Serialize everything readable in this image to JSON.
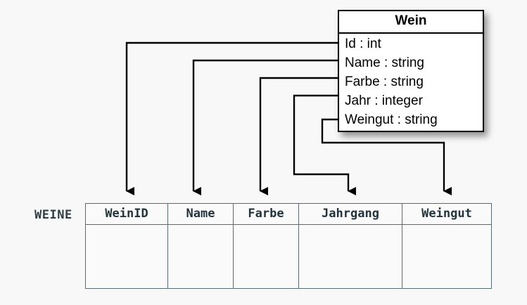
{
  "diagram": {
    "title": "UML class to relational table mapping",
    "background_color": "#f8f8f8"
  },
  "uml_class": {
    "name": "Wein",
    "border_color": "#000000",
    "fill_color": "#ffffff",
    "attributes": [
      {
        "label": "Id : int",
        "field": "Id",
        "type": "int"
      },
      {
        "label": "Name : string",
        "field": "Name",
        "type": "string"
      },
      {
        "label": "Farbe : string",
        "field": "Farbe",
        "type": "string"
      },
      {
        "label": "Jahr : integer",
        "field": "Jahr",
        "type": "integer"
      },
      {
        "label": "Weingut : string",
        "field": "Weingut",
        "type": "string"
      }
    ]
  },
  "relational_table": {
    "name": "WEINE",
    "border_color": "#5a6a72",
    "text_color": "#23343c",
    "columns": [
      {
        "label": "WeinID"
      },
      {
        "label": "Name"
      },
      {
        "label": "Farbe"
      },
      {
        "label": "Jahrgang"
      },
      {
        "label": "Weingut"
      }
    ],
    "rows": [
      {
        "cells": [
          "",
          "",
          "",
          "",
          ""
        ]
      }
    ]
  },
  "connectors": [
    {
      "from": "Id",
      "to": "WeinID",
      "arrow": "down-arrow-icon"
    },
    {
      "from": "Name",
      "to": "Name",
      "arrow": "down-arrow-icon"
    },
    {
      "from": "Farbe",
      "to": "Farbe",
      "arrow": "down-arrow-icon"
    },
    {
      "from": "Jahr",
      "to": "Jahrgang",
      "arrow": "down-arrow-icon"
    },
    {
      "from": "Weingut",
      "to": "Weingut",
      "arrow": "down-arrow-icon"
    }
  ]
}
